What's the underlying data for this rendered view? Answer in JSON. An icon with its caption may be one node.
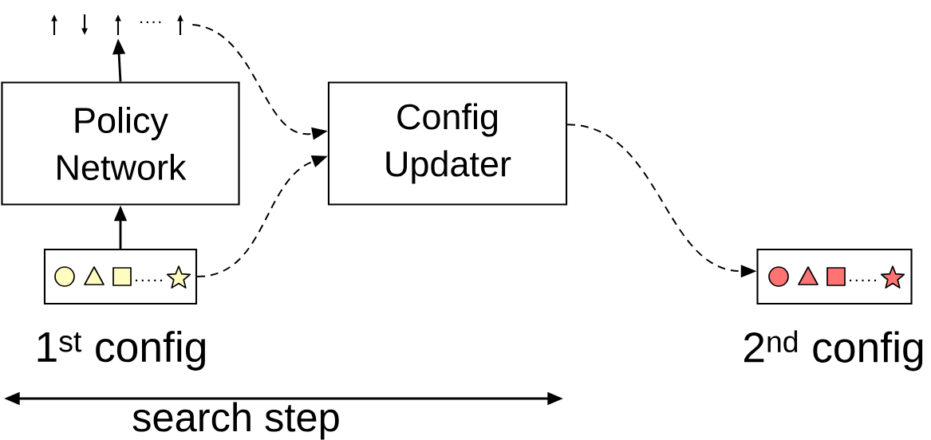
{
  "diagram": {
    "nodes": [
      {
        "text": [
          "Policy Network"
        ]
      },
      {
        "text": [
          "Config Updater"
        ]
      },
      {
        "text": [],
        "shape": "box",
        "beside": [
          "1$^{st}$ config"
        ]
      },
      {
        "text": [],
        "shape": "box",
        "beside": [
          "2$^{nd}$ config"
        ]
      },
      {
        "text": [],
        "shape": "arrows"
      }
    ],
    "edges": [
      {
        "from": 2,
        "to": 0,
        "arrow": "to"
      },
      {
        "from": 0,
        "to": 4,
        "arrow": "to"
      },
      {
        "from": 4,
        "to": 1,
        "arrow": "to",
        "style": "dashed"
      },
      {
        "from": 2,
        "to": 1,
        "arrow": "to",
        "style": "dashed"
      },
      {
        "from": 1,
        "to": 3,
        "arrow": "to",
        "style": "dashed"
      }
    ],
    "labels": [
      "search step"
    ]
  }
}
